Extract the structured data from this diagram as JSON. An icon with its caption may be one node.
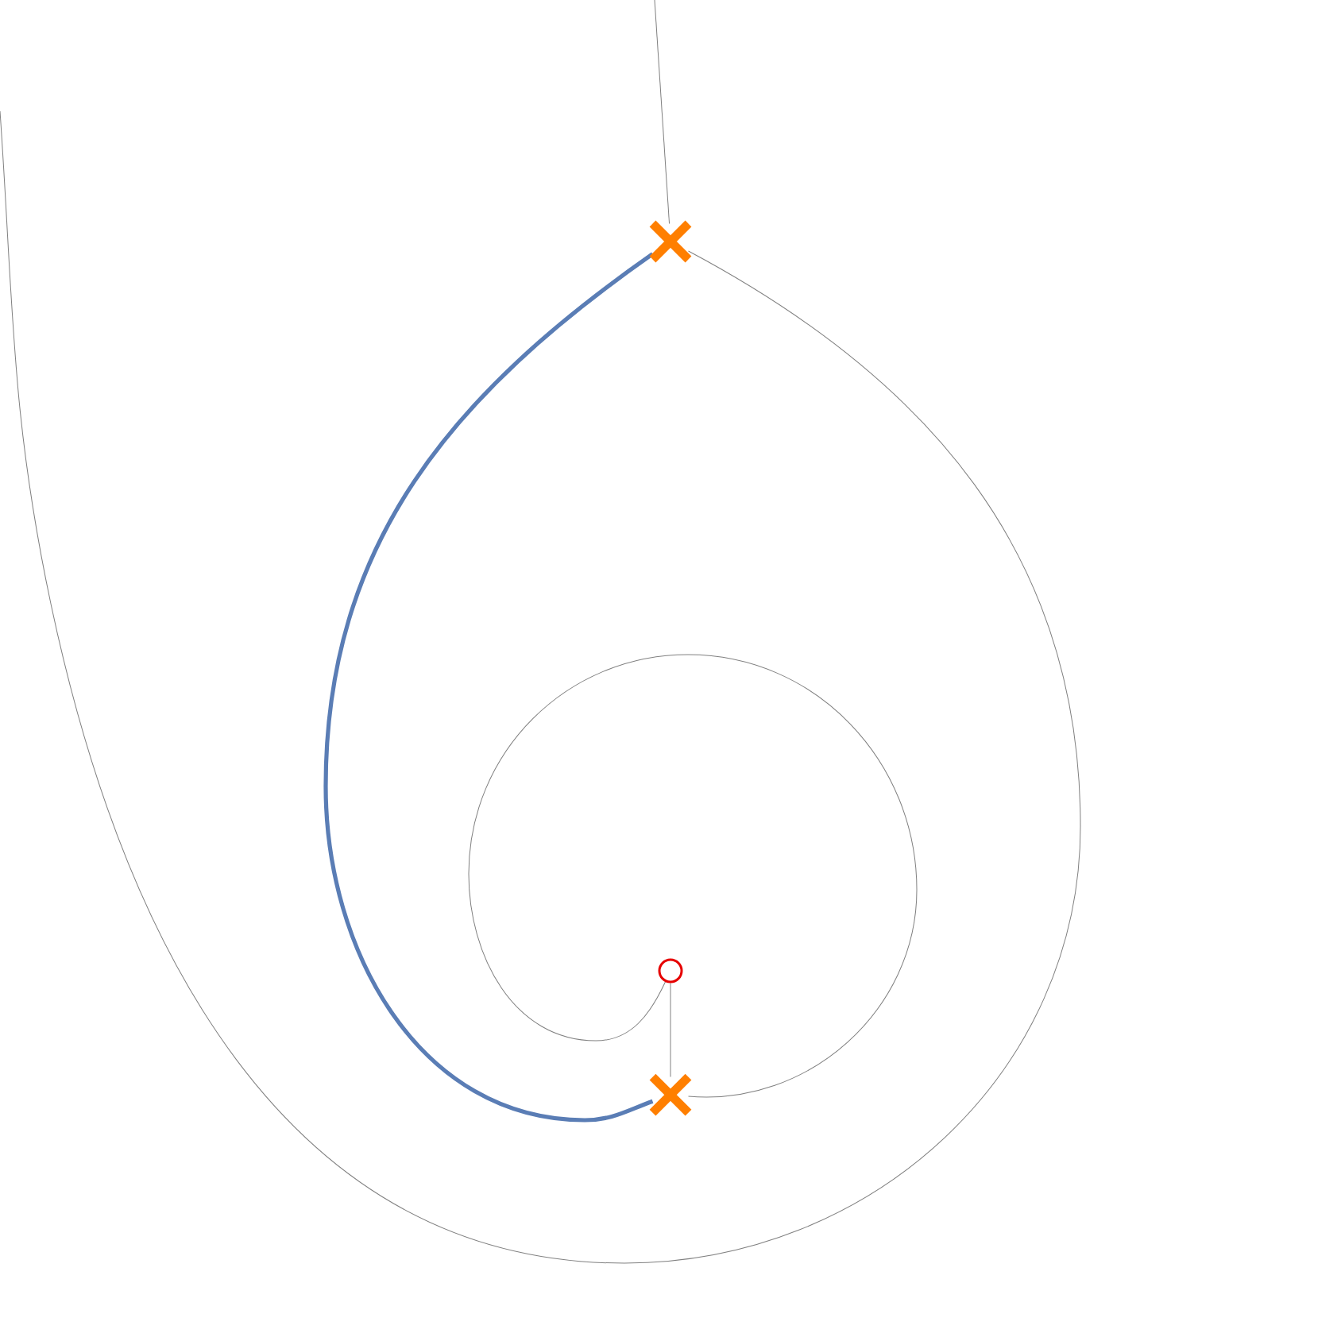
{
  "diagram": {
    "nodes": [
      {
        "text": [],
        "shape": "cross"
      },
      {
        "text": [],
        "shape": "cross"
      },
      {
        "text": [],
        "shape": "circle"
      }
    ],
    "edges": [
      {
        "from": null,
        "to": 0,
        "arrow": "none"
      },
      {
        "from": 0,
        "to": null,
        "arrow": "none"
      },
      {
        "from": 0,
        "to": 1,
        "arrow": "none",
        "style": "thick",
        "color": "#5a7db5"
      },
      {
        "from": 1,
        "to": 2,
        "arrow": "none"
      },
      {
        "from": 2,
        "to": 1,
        "arrow": "none"
      }
    ]
  }
}
